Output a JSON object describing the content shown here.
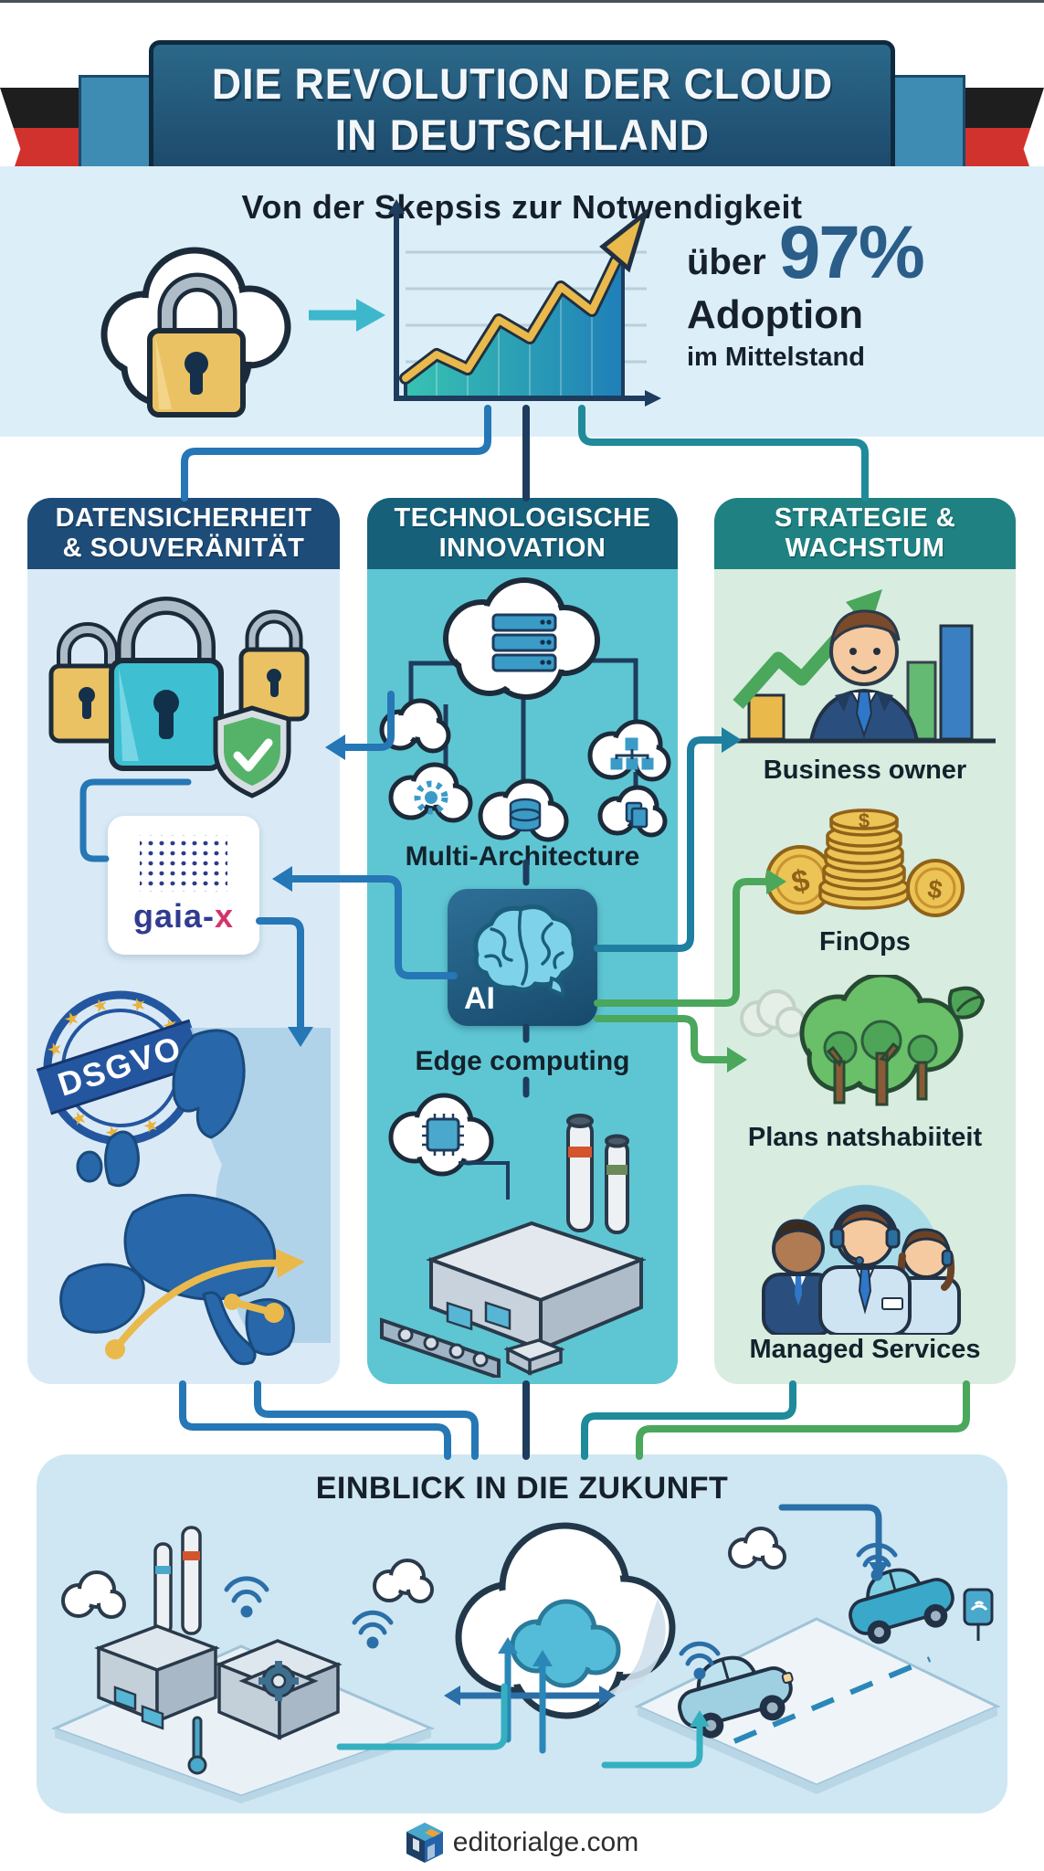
{
  "banner": {
    "line1": "DIE REVOLUTION DER CLOUD",
    "line2": "IN DEUTSCHLAND"
  },
  "hero": {
    "subtitle": "Von der Skepsis zur Notwendigkeit",
    "stat_prefix": "über",
    "stat_value": "97%",
    "stat_word": "Adoption",
    "stat_context": "im Mittelstand"
  },
  "columns": {
    "security": {
      "header1": "DATENSICHERHEIT",
      "header2": "& SOUVERÄNITÄT",
      "gaiax_text": "gaia-",
      "gaiax_x": "x",
      "dsgvo_label": "DSGVO"
    },
    "innovation": {
      "header1": "TECHNOLOGISCHE",
      "header2": "INNOVATION",
      "multi_arch_label": "Multi-Architecture",
      "ai_label": "AI",
      "edge_label": "Edge computing"
    },
    "strategy": {
      "header1": "STRATEGIE &",
      "header2": "WACHSTUM",
      "business_label": "Business owner",
      "finops_label": "FinOps",
      "sustain_label": "Plans natshabiiteit",
      "managed_label": "Managed Services"
    }
  },
  "future": {
    "title": "EINBLICK IN DIE ZUKUNFT"
  },
  "footer": {
    "site": "editorialge.com"
  },
  "colors": {
    "banner_bg": "#1c486a",
    "flag_black": "#1e1e1e",
    "flag_red": "#d2322e",
    "flag_gold": "#efb43e",
    "hero_bg": "#dceef8",
    "stat_accent": "#2a5d87",
    "col1_header": "#1d4c78",
    "col1_body": "#d9eaf6",
    "col2_header": "#16607a",
    "col2_body": "#5ec6d3",
    "col3_header": "#1f8181",
    "col3_body": "#d8ecdf",
    "future_bg": "#cfe7f3",
    "connector_blue": "#2577b5",
    "connector_navy": "#1d3c5e",
    "connector_teal": "#1f8a9a",
    "connector_green": "#4aa75c",
    "gold": "#e9b94c"
  }
}
